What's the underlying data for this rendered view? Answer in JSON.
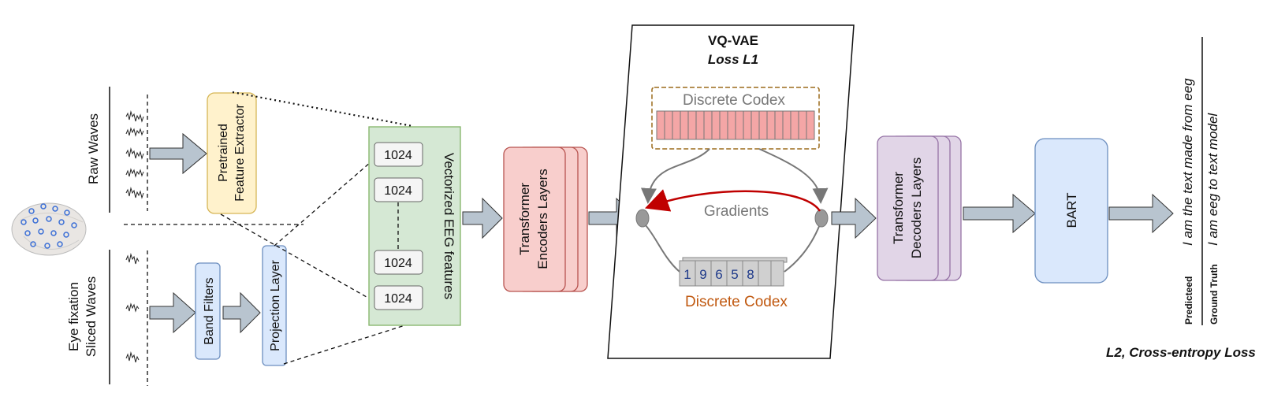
{
  "inputs": {
    "raw_waves": "Raw Waves",
    "eye_fixation_line1": "Eye fixation",
    "eye_fixation_line2": "Sliced Waves"
  },
  "blocks": {
    "pretrained_line1": "Pretrained",
    "pretrained_line2": "Feature Extractor",
    "band_filters": "Band Filters",
    "projection_layer": "Projection Layer",
    "vectorized_features": "Vectorized EEG features",
    "feature_values": [
      "1024",
      "1024",
      "1024",
      "1024"
    ],
    "encoders_line1": "Transformer",
    "encoders_line2": "Encoders Layers",
    "decoders_line1": "Transformer",
    "decoders_line2": "Decoders Layers",
    "bart": "BART"
  },
  "vqvae": {
    "title": "VQ-VAE",
    "loss": "Loss L1",
    "codex_top": "Discrete Codex",
    "gradients": "Gradients",
    "codex_bottom": "Discrete Codex",
    "codes": [
      "1",
      "9",
      "6",
      "5",
      "8"
    ]
  },
  "output": {
    "predicted_label": "Predicteed",
    "ground_truth_label": "Ground Truth",
    "predicted_text": "I am the text made from eeg",
    "ground_truth_text": "I am eeg to text model",
    "loss": "L2, Cross-entropy Loss"
  },
  "colors": {
    "arrow_fill": "#b8c4cf",
    "pretrained_fill": "#fff2cc",
    "blue_fill": "#dae8fc",
    "green_fill": "#d5e8d4",
    "encoder_fill": "#f8cecc",
    "decoder_fill": "#e1d5e7",
    "codex_bar": "#f4a6a6",
    "gradient_arrow": "#c00000",
    "codex_text_orange": "#c0580f"
  }
}
